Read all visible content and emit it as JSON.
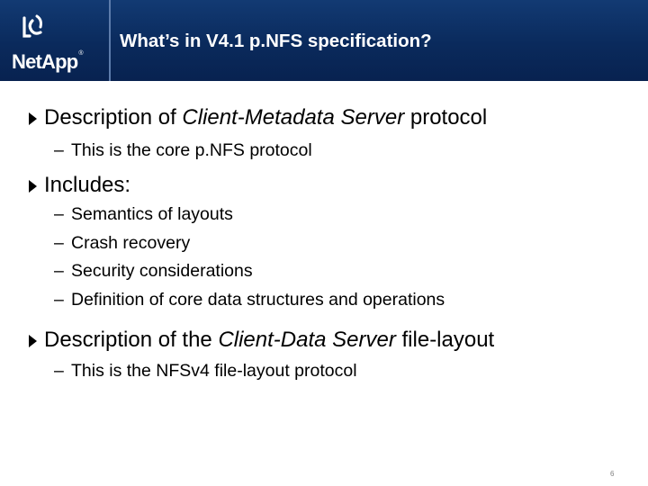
{
  "header": {
    "logo_text": "NetApp",
    "logo_reg": "®",
    "title": "What’s in V4.1 p.NFS specification?"
  },
  "bullets": [
    {
      "pre": "Description of ",
      "em": "Client-Metadata Server",
      "post": " protocol",
      "subs": [
        "This is the core p.NFS protocol"
      ]
    },
    {
      "pre": "Includes:",
      "em": "",
      "post": "",
      "subs": [
        "Semantics of layouts",
        "Crash recovery",
        "Security considerations",
        "Definition of core data structures and operations"
      ]
    },
    {
      "pre": "Description of the ",
      "em": "Client-Data Server",
      "post": " file-layout",
      "subs": [
        "This is the NFSv4 file-layout protocol"
      ]
    }
  ],
  "sub_dash": "–",
  "page_number": "6"
}
